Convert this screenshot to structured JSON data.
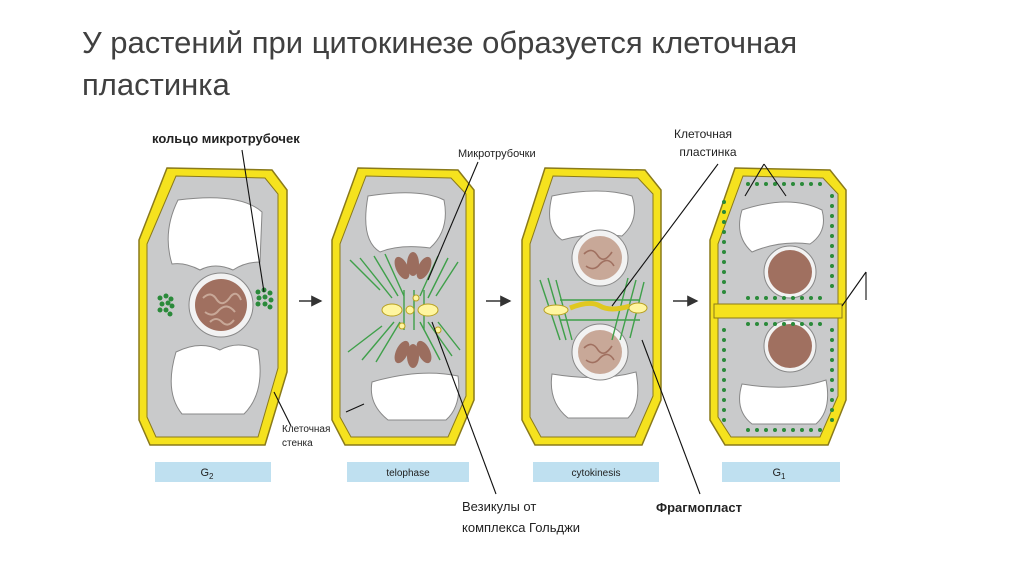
{
  "slide": {
    "title_line1": "У растений при цитокинезе образуется клеточная",
    "title_line2": "пластинка"
  },
  "labels": {
    "ring": "кольцо микротрубочек",
    "microtubules": "Микротрубочки",
    "plate_1": "Клеточная",
    "plate_2": "пластинка",
    "wall_1": "Клеточная",
    "wall_2": "стенка",
    "vesicles_1": "Везикулы от",
    "vesicles_2": "комплекса Гольджи",
    "phragmoplast": "Фрагмопласт"
  },
  "stages": [
    {
      "label": "G",
      "sub": "2"
    },
    {
      "label": "telophase",
      "sub": ""
    },
    {
      "label": "cytokinesis",
      "sub": ""
    },
    {
      "label": "G",
      "sub": "1"
    }
  ],
  "colors": {
    "wall_yellow": "#f5e21e",
    "wall_outline": "#8a7a1a",
    "cytoplasm": "#c9cacb",
    "vacuole": "#ffffff",
    "nucleus": "#a07060",
    "chromatin": "#c8a898",
    "microtubule": "#3fa04a",
    "dot_green": "#2a8a3a",
    "stage_bar": "#bfe0f0"
  }
}
